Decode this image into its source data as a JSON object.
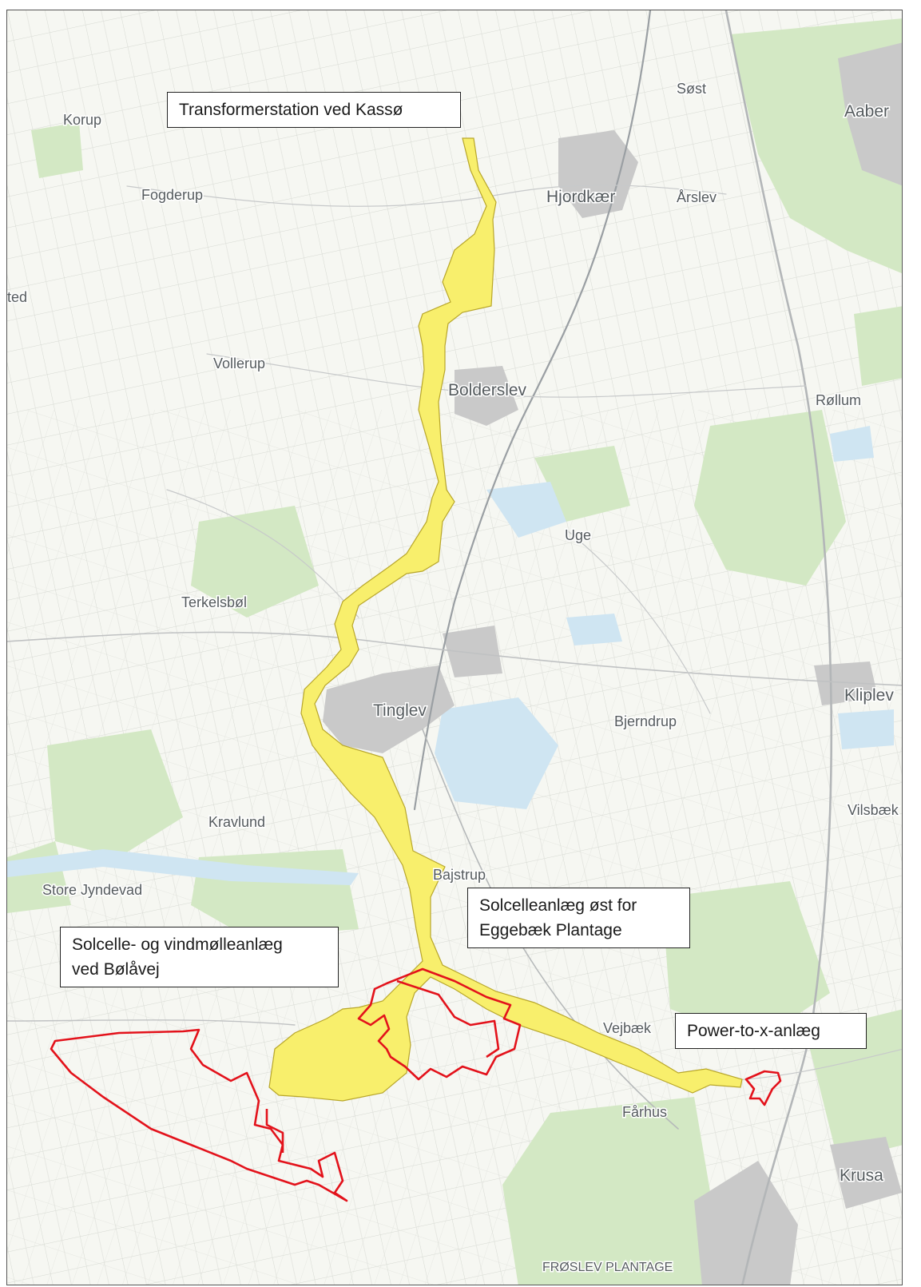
{
  "callouts": {
    "kassoe": "Transformerstation ved Kassø",
    "eggebaek": [
      "Solcelleanlæg øst for",
      "Eggebæk Plantage"
    ],
    "boelaavej": [
      "Solcelle- og vindmølleanlæg",
      "ved Bølåvej"
    ],
    "ptx": "Power-to-x-anlæg"
  },
  "places": {
    "korup": "Korup",
    "soest": "Søst",
    "aabenraa": "Aaber",
    "fogderup": "Fogderup",
    "hjordkaer": "Hjordkær",
    "aarslev": "Årslev",
    "ted": "ted",
    "vollerup": "Vollerup",
    "bolderslev": "Bolderslev",
    "roellum": "Røllum",
    "uge": "Uge",
    "terkelsboel": "Terkelsbøl",
    "tinglev": "Tinglev",
    "bjerndrup": "Bjerndrup",
    "kliplev": "Kliplev",
    "kravlund": "Kravlund",
    "vilsbaek": "Vilsbæk",
    "bajstrup": "Bajstrup",
    "store_jyndevad": "Store Jyndevad",
    "vejbaek": "Vejbæk",
    "faarhus": "Fårhus",
    "krusaa": "Krusa",
    "froesley_plantage": "FRØSLEV PLANTAGE"
  },
  "colors": {
    "corridor_fill": "#f8ef6c",
    "corridor_stroke": "#b8a62a",
    "project_outline": "#e3121b",
    "forest": "#d3e8c4",
    "water": "#cfe5f2",
    "urban": "#c9c9c9"
  }
}
